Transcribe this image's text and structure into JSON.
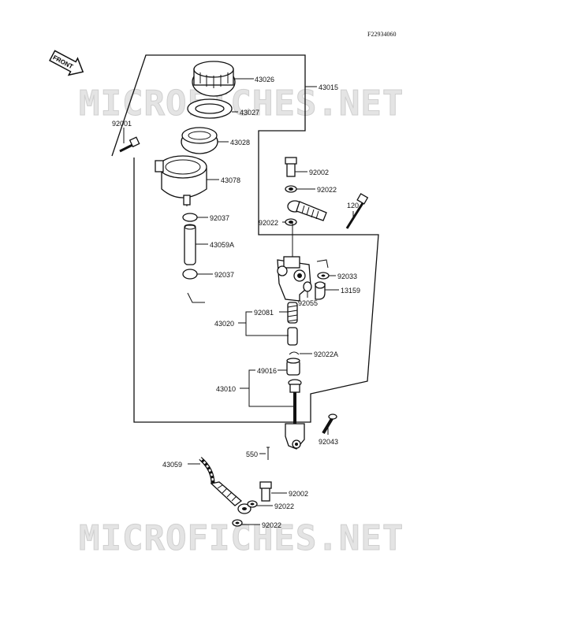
{
  "diagram_code": "F22934060",
  "watermark": "MICROFICHES.NET",
  "front_label": "FRONT",
  "part_labels": {
    "p43026": "43026",
    "p43015": "43015",
    "p43027": "43027",
    "p92001": "92001",
    "p43028": "43028",
    "p43078": "43078",
    "p92002_top": "92002",
    "p92022_top": "92022",
    "p120": "120",
    "p92022_mid": "92022",
    "p92037_top": "92037",
    "p43059A": "43059A",
    "p92037_bot": "92037",
    "p92033": "92033",
    "p92055": "92055",
    "p13159": "13159",
    "p92081": "92081",
    "p43020": "43020",
    "p92022A": "92022A",
    "p49016": "49016",
    "p43010": "43010",
    "p92043": "92043",
    "p550": "550",
    "p43059": "43059",
    "p92002_bot": "92002",
    "p92022_bot1": "92022",
    "p92022_bot2": "92022"
  }
}
